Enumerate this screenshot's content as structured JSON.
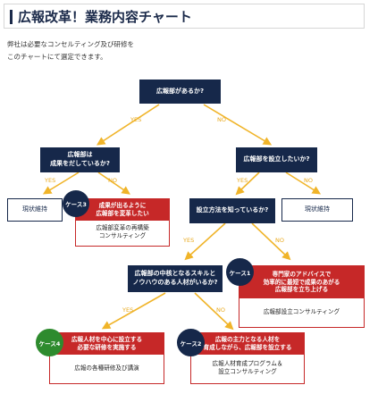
{
  "title": "広報改革！業務内容チャート",
  "intro": [
    "弊社は必要なコンセルティング及び研修を",
    "このチャートにて選定できます。"
  ],
  "colors": {
    "navy": "#16284a",
    "red": "#c62828",
    "arrow": "#f0b429",
    "green": "#2e8b2e"
  },
  "edges": {
    "yes": "YES",
    "no": "NO"
  },
  "questions": {
    "q1": "広報部があるか?",
    "q2": "広報部は\n成果をだしているか?",
    "q3": "広報部を設立したいか?",
    "q4": "設立方法を知っているか?",
    "q5": "広報部の中核となるスキルと\nノウハウのある人材がいるか?"
  },
  "results": {
    "status_quo_left": "現状維持",
    "status_quo_right": "現状維持"
  },
  "cases": {
    "case3": {
      "badge": "ケース3",
      "top": "成果が出るように\n広報部を変革したい",
      "bottom": "広報部変革の再構築\nコンサルティング"
    },
    "case1": {
      "badge": "ケース1",
      "top": "専門家のアドバイスで\n効率的に最短で成果のあがる\n広報部を立ち上げる",
      "bottom": "広報部設立コンサルティング"
    },
    "case4": {
      "badge": "ケース4",
      "top": "広報人材を中心に設立する\n必要な研修を実施する",
      "bottom": "広報の各種研修及び講演"
    },
    "case2": {
      "badge": "ケース2",
      "top": "広報の主力となる人材を\n育成しながら、広報部を設立する",
      "bottom": "広報人材育成プログラム＆\n設立コンサルティング"
    }
  }
}
